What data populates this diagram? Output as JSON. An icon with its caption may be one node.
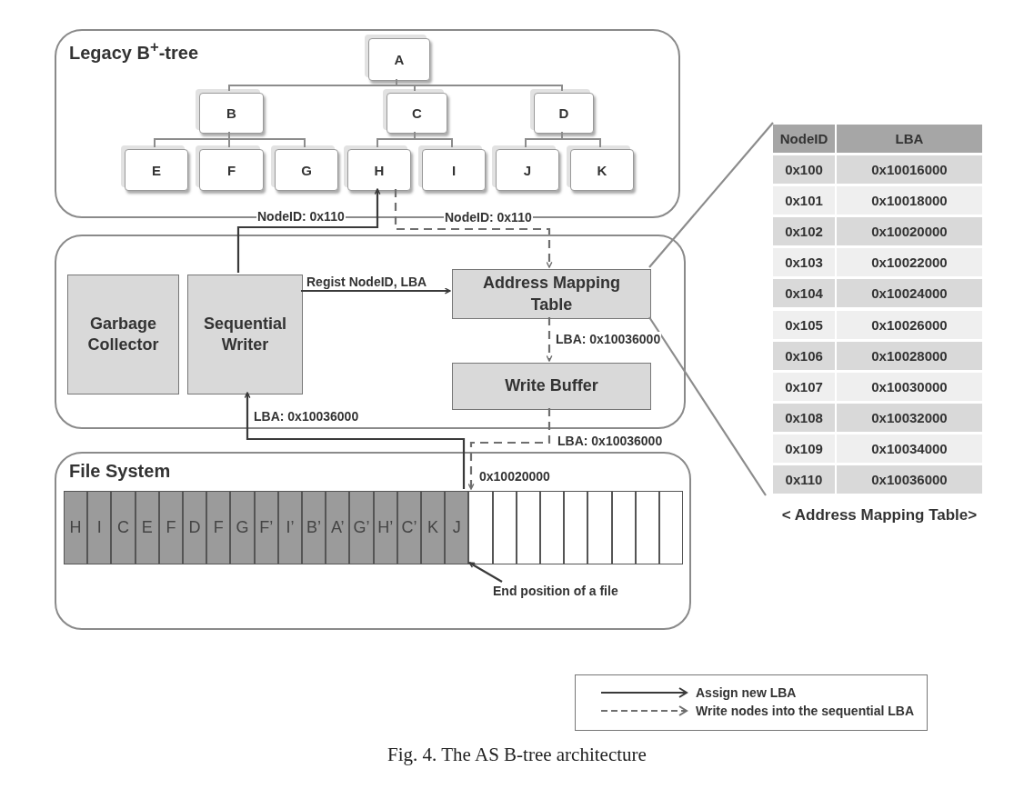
{
  "diagram": {
    "caption": "Fig. 4. The AS B-tree architecture",
    "nodes": [
      {
        "text": [
          "Legacy B$^{+}$-tree"
        ]
      },
      {
        "text": [
          "A"
        ],
        "in": 0
      },
      {
        "text": [
          "B"
        ],
        "in": 0
      },
      {
        "text": [
          "C"
        ],
        "in": 0
      },
      {
        "text": [
          "D"
        ],
        "in": 0
      },
      {
        "text": [
          "E"
        ],
        "in": 0
      },
      {
        "text": [
          "F"
        ],
        "in": 0
      },
      {
        "text": [
          "G"
        ],
        "in": 0
      },
      {
        "text": [
          "H"
        ],
        "in": 0
      },
      {
        "text": [
          "I"
        ],
        "in": 0
      },
      {
        "text": [
          "J"
        ],
        "in": 0
      },
      {
        "text": [
          "K"
        ],
        "in": 0
      },
      {
        "text": [],
        "shape": "box"
      },
      {
        "text": [
          "Garbage Collector"
        ],
        "in": 12
      },
      {
        "text": [
          "Sequential Writer"
        ],
        "in": 12
      },
      {
        "text": [
          "Address Mapping Table"
        ],
        "in": 12
      },
      {
        "text": [
          "Write Buffer"
        ],
        "in": 12
      },
      {
        "text": [
          "File System"
        ]
      },
      {
        "text": [
          "H"
        ],
        "in": 17
      },
      {
        "text": [
          "I"
        ],
        "in": 17
      },
      {
        "text": [
          "C"
        ],
        "in": 17
      },
      {
        "text": [
          "E"
        ],
        "in": 17
      },
      {
        "text": [
          "F"
        ],
        "in": 17
      },
      {
        "text": [
          "D"
        ],
        "in": 17
      },
      {
        "text": [
          "F"
        ],
        "in": 17
      },
      {
        "text": [
          "G"
        ],
        "in": 17
      },
      {
        "text": [
          "F’"
        ],
        "in": 17
      },
      {
        "text": [
          "I’"
        ],
        "in": 17
      },
      {
        "text": [
          "B’"
        ],
        "in": 17
      },
      {
        "text": [
          "A’"
        ],
        "in": 17
      },
      {
        "text": [
          "G’"
        ],
        "in": 17
      },
      {
        "text": [
          "H’"
        ],
        "in": 17
      },
      {
        "text": [
          "C’"
        ],
        "in": 17
      },
      {
        "text": [
          "K"
        ],
        "in": 17
      },
      {
        "text": [
          "J"
        ],
        "in": 17
      },
      {
        "text": [],
        "shape": "box",
        "in": 17
      },
      {
        "text": [],
        "shape": "box",
        "in": 17
      },
      {
        "text": [],
        "shape": "box",
        "in": 17
      },
      {
        "text": [],
        "shape": "box",
        "in": 17
      },
      {
        "text": [],
        "shape": "box",
        "in": 17
      },
      {
        "text": [],
        "shape": "box",
        "in": 17
      },
      {
        "text": [],
        "shape": "box",
        "in": 17
      },
      {
        "text": [],
        "shape": "box",
        "in": 17
      },
      {
        "text": [],
        "shape": "box",
        "in": 17
      },
      {
        "text": [
          "End position of a file"
        ],
        "in": 17
      },
      {
        "text": [
          "< Address Mapping Table>"
        ]
      }
    ],
    "edges": [
      {
        "from": 1,
        "to": 2,
        "arrow": "none"
      },
      {
        "from": 1,
        "to": 3,
        "arrow": "none"
      },
      {
        "from": 1,
        "to": 4,
        "arrow": "none"
      },
      {
        "from": 2,
        "to": 5,
        "arrow": "none"
      },
      {
        "from": 2,
        "to": 6,
        "arrow": "none"
      },
      {
        "from": 2,
        "to": 7,
        "arrow": "none"
      },
      {
        "from": 3,
        "to": 8,
        "arrow": "none"
      },
      {
        "from": 3,
        "to": 9,
        "arrow": "none"
      },
      {
        "from": 4,
        "to": 10,
        "arrow": "none"
      },
      {
        "from": 4,
        "to": 11,
        "arrow": "none"
      },
      {
        "from": 14,
        "to": 8,
        "arrow": "to",
        "label": "NodeID: 0x110"
      },
      {
        "from": 8,
        "to": 15,
        "arrow": "to",
        "label": "NodeID: 0x110",
        "style": "dashed"
      },
      {
        "from": 14,
        "to": 15,
        "arrow": "to",
        "label": "Regist NodeID, LBA"
      },
      {
        "from": 15,
        "to": 16,
        "arrow": "to",
        "label": "LBA: 0x10036000",
        "style": "dashed"
      },
      {
        "from": 16,
        "to": 35,
        "arrow": "to",
        "label": "LBA: 0x10036000",
        "style": "dashed"
      },
      {
        "from": 34,
        "to": 14,
        "arrow": "to",
        "label": "LBA: 0x10036000"
      },
      {
        "from": 15,
        "to": 45,
        "arrow": "none"
      },
      {
        "from": 15,
        "to": 45,
        "arrow": "none"
      },
      {
        "from": 44,
        "to": 35,
        "arrow": "to"
      }
    ],
    "labels": [
      "0x10020000",
      "NodeID",
      "LBA",
      "0x100",
      "0x10016000",
      "0x101",
      "0x10018000",
      "0x102",
      "0x10020000",
      "0x103",
      "0x10022000",
      "0x104",
      "0x10024000",
      "0x105",
      "0x10026000",
      "0x106",
      "0x10028000",
      "0x107",
      "0x10030000",
      "0x108",
      "0x10032000",
      "0x109",
      "0x10034000",
      "0x110",
      "0x10036000"
    ],
    "legend": [
      {
        "text": "Assign new LBA"
      },
      {
        "text": "Write nodes into the sequential LBA"
      }
    ]
  }
}
